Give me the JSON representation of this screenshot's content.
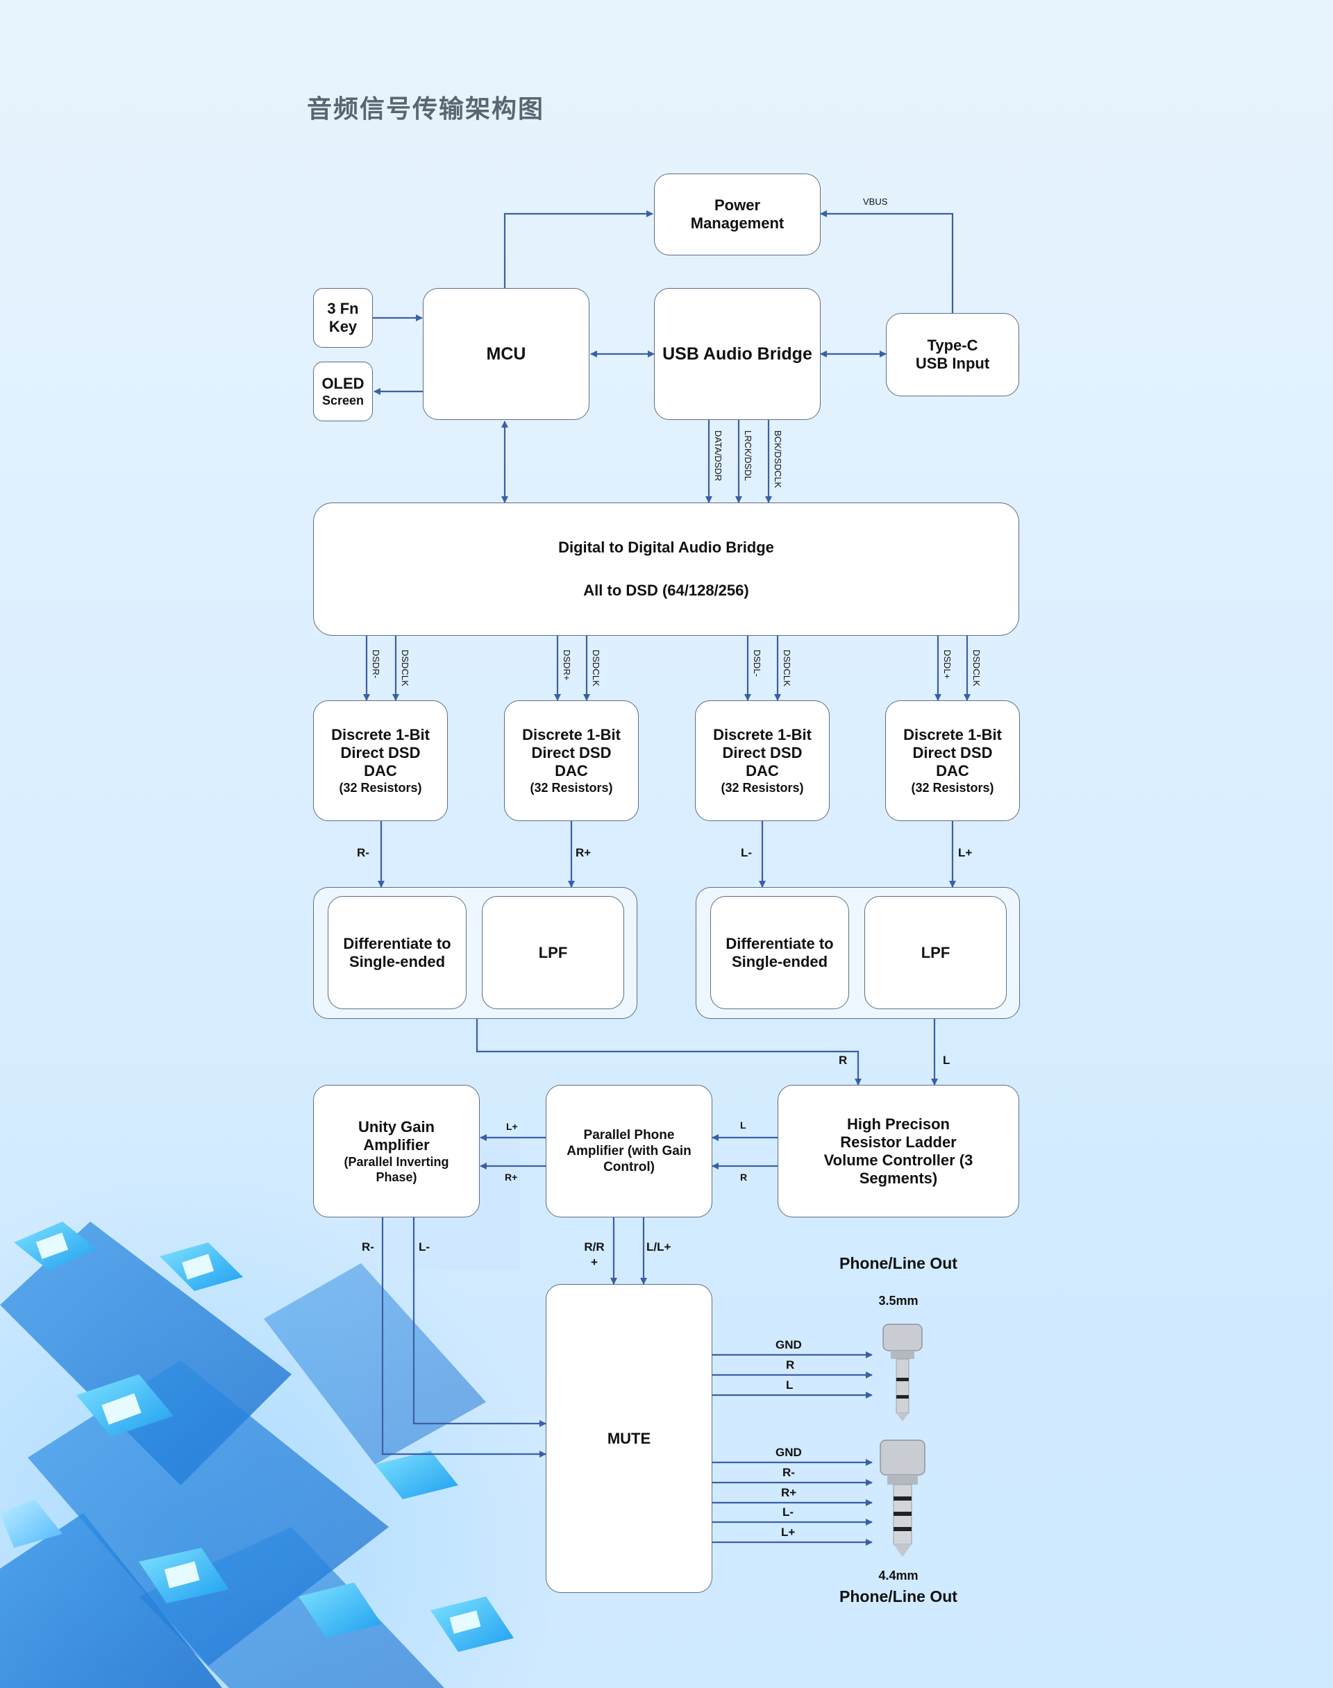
{
  "title": "音频信号传输架构图",
  "blocks": {
    "power_management": "Power Management",
    "mcu": "MCU",
    "usb_audio_bridge": "USB Audio Bridge",
    "type_c_input": "Type-C USB Input",
    "fn_key": "3 Fn Key",
    "oled_screen": {
      "main": "OLED",
      "sub": "Screen"
    },
    "dd_bridge": {
      "line1": "Digital to Digital Audio Bridge",
      "line2": "All to DSD (64/128/256)"
    },
    "dac": {
      "main": "Discrete 1-Bit Direct DSD DAC",
      "sub": "(32 Resistors)"
    },
    "diff_to_se": "Differentiate to Single-ended",
    "lpf": "LPF",
    "unity_gain": {
      "main": "Unity Gain Amplifier",
      "sub": "(Parallel Inverting Phase)"
    },
    "parallel_phone_amp": "Parallel Phone Amplifier (with Gain Control)",
    "volume_controller": "High Precison Resistor Ladder Volume Controller (3 Segments)",
    "mute": "MUTE"
  },
  "signals": {
    "vbus": "VBUS",
    "data_dsdr": "DATA/DSDR",
    "lrck_dsdl": "LRCK/DSDL",
    "bck_dsdclk": "BCK/DSDCLK",
    "dsd_r_minus": "DSDR-",
    "dsd_r_plus": "DSDR+",
    "dsd_l_minus": "DSDL-",
    "dsd_l_plus": "DSDL+",
    "dsdclk": "DSDCLK",
    "r_minus": "R-",
    "r_plus": "R+",
    "l_minus": "L-",
    "l_plus": "L+",
    "r": "R",
    "l": "L",
    "rr_plus": "R/R +",
    "ll_plus": "L/L+",
    "gnd": "GND"
  },
  "outputs": {
    "jack_35": {
      "title": "Phone/Line Out",
      "size": "3.5mm",
      "pins": [
        "GND",
        "R",
        "L"
      ]
    },
    "jack_44": {
      "title": "Phone/Line Out",
      "size": "4.4mm",
      "pins": [
        "GND",
        "R-",
        "R+",
        "L-",
        "L+"
      ]
    }
  },
  "colors": {
    "arrow": "#3b5fa6",
    "box_border": "#5d6e82",
    "title": "#5b6570"
  }
}
